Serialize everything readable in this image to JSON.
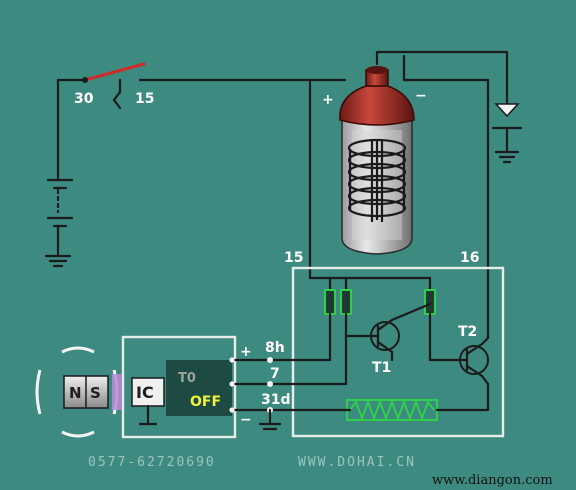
{
  "switch": {
    "left_terminal": "30",
    "right_terminal": "15"
  },
  "coil": {
    "plus_sign": "+",
    "minus_sign": "−"
  },
  "module": {
    "left_terminal": "15",
    "right_terminal": "16",
    "transistor_1": "T1",
    "transistor_2": "T2"
  },
  "trigger_box": {
    "ic_label": "IC",
    "t0_label": "T0",
    "state_label": "OFF",
    "plus_sign": "+",
    "minus_sign": "−",
    "pin_8h": "8h",
    "pin_7": "7",
    "pin_31d": "31d"
  },
  "magnet": {
    "north": "N",
    "south": "S"
  },
  "watermark": {
    "phone": "0577-62720690",
    "site": "WWW.DOHAI.CN",
    "site2": "www.diangon.com"
  },
  "colors": {
    "background": "#3d8a80",
    "wire": "#1b1b1b",
    "switch_lever": "#d22a2a",
    "coil_cap": "#a8322a",
    "resistor": "#2fcf4a",
    "off_text": "#f2f23a"
  }
}
